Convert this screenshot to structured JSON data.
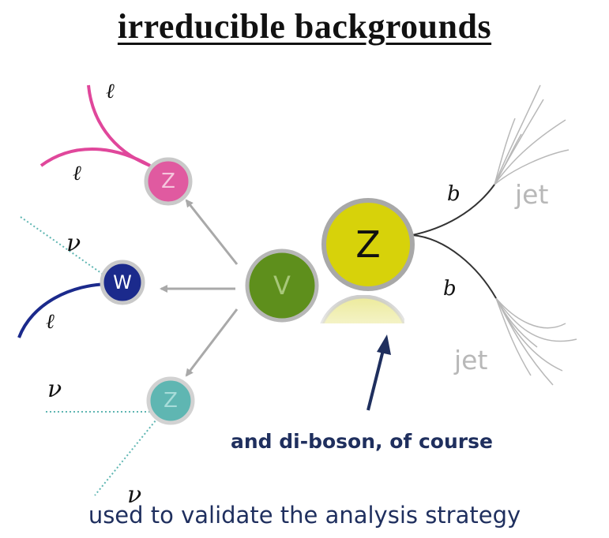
{
  "title": "irreducible backgrounds",
  "particles": {
    "z_top": "Z",
    "w": "W",
    "z_bottom": "Z",
    "v_center": "V",
    "z_big": "Z"
  },
  "labels": {
    "lepton_1": "ℓ",
    "lepton_2": "ℓ",
    "lepton_3": "ℓ",
    "nu_1": "ν",
    "nu_2": "ν",
    "nu_3": "ν",
    "b_1": "b",
    "b_2": "b",
    "jet_1": "jet",
    "jet_2": "jet"
  },
  "annotation": "and di-boson, of course",
  "caption": "used to validate the analysis strategy",
  "colors": {
    "z_top": "#e05aa0",
    "w": "#1b2a8c",
    "z_bottom": "#5fb6b2",
    "v_center": "#5e8f1c",
    "z_big": "#d7d20a",
    "lepton_line": "#e0479b",
    "w_line": "#1b2a8c",
    "nu_line": "#5fb6b2",
    "arrow": "#1f2f5e"
  }
}
